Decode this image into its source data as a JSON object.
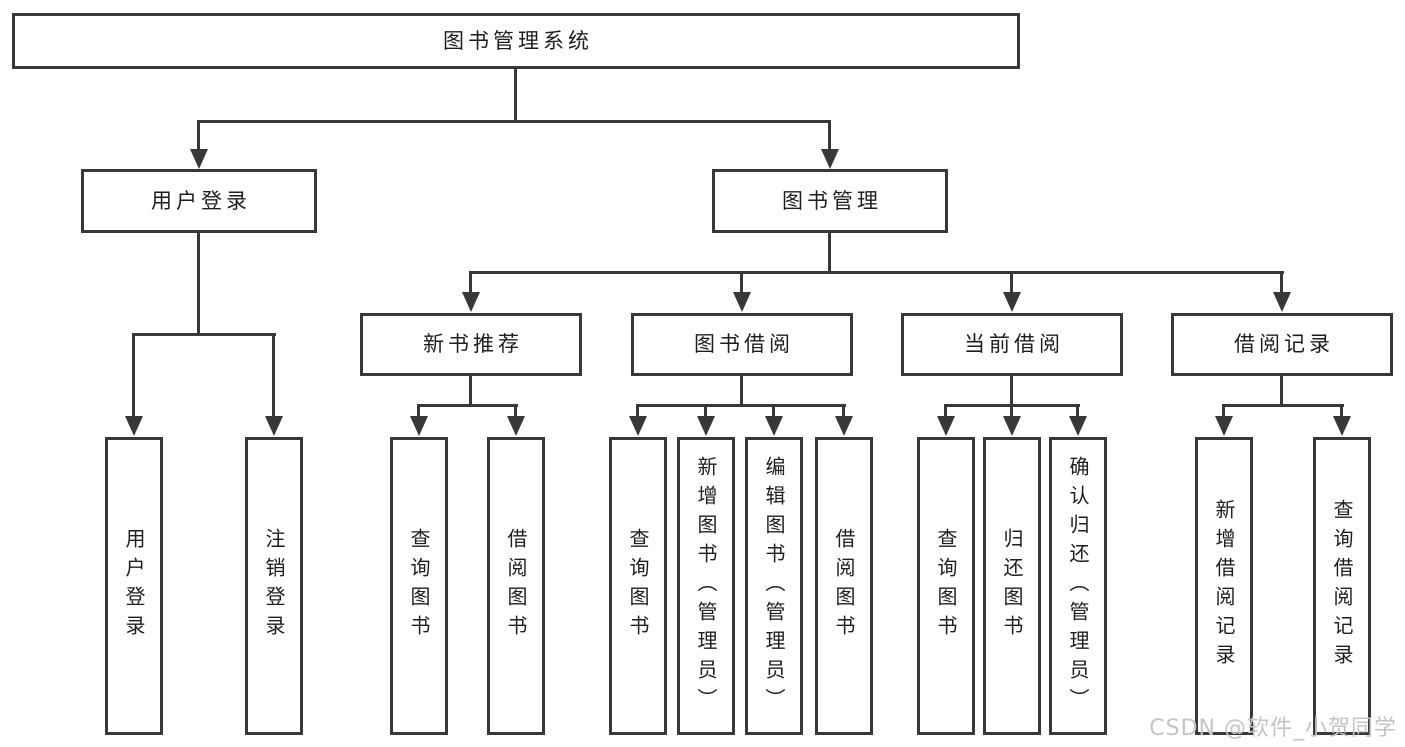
{
  "diagram_title": "图书管理系统",
  "nodes": {
    "root": "图书管理系统",
    "user_login": "用户登录",
    "book_mgmt": "图书管理",
    "new_books": "新书推荐",
    "book_borrow": "图书借阅",
    "current_borrow": "当前借阅",
    "borrow_records": "借阅记录",
    "ul_login": "用户登录",
    "ul_logout": "注销登录",
    "nb_query": "查询图书",
    "nb_borrow": "借阅图书",
    "bb_query": "查询图书",
    "bb_add": "新增图书（管理员）",
    "bb_edit": "编辑图书（管理员）",
    "bb_borrow": "借阅图书",
    "cb_query": "查询图书",
    "cb_return": "归还图书",
    "cb_confirm": "确认归还（管理员）",
    "br_add": "新增借阅记录",
    "br_query": "查询借阅记录"
  },
  "hierarchy": {
    "图书管理系统": {
      "用户登录": [
        "用户登录",
        "注销登录"
      ],
      "图书管理": {
        "新书推荐": [
          "查询图书",
          "借阅图书"
        ],
        "图书借阅": [
          "查询图书",
          "新增图书（管理员）",
          "编辑图书（管理员）",
          "借阅图书"
        ],
        "当前借阅": [
          "查询图书",
          "归还图书",
          "确认归还（管理员）"
        ],
        "借阅记录": [
          "新增借阅记录",
          "查询借阅记录"
        ]
      }
    }
  },
  "colors": {
    "line": "#383838",
    "text": "#1e1e1e",
    "background": "#ffffff",
    "watermark": "#c4c4c4"
  },
  "watermark": "CSDN @软件_小贺同学"
}
